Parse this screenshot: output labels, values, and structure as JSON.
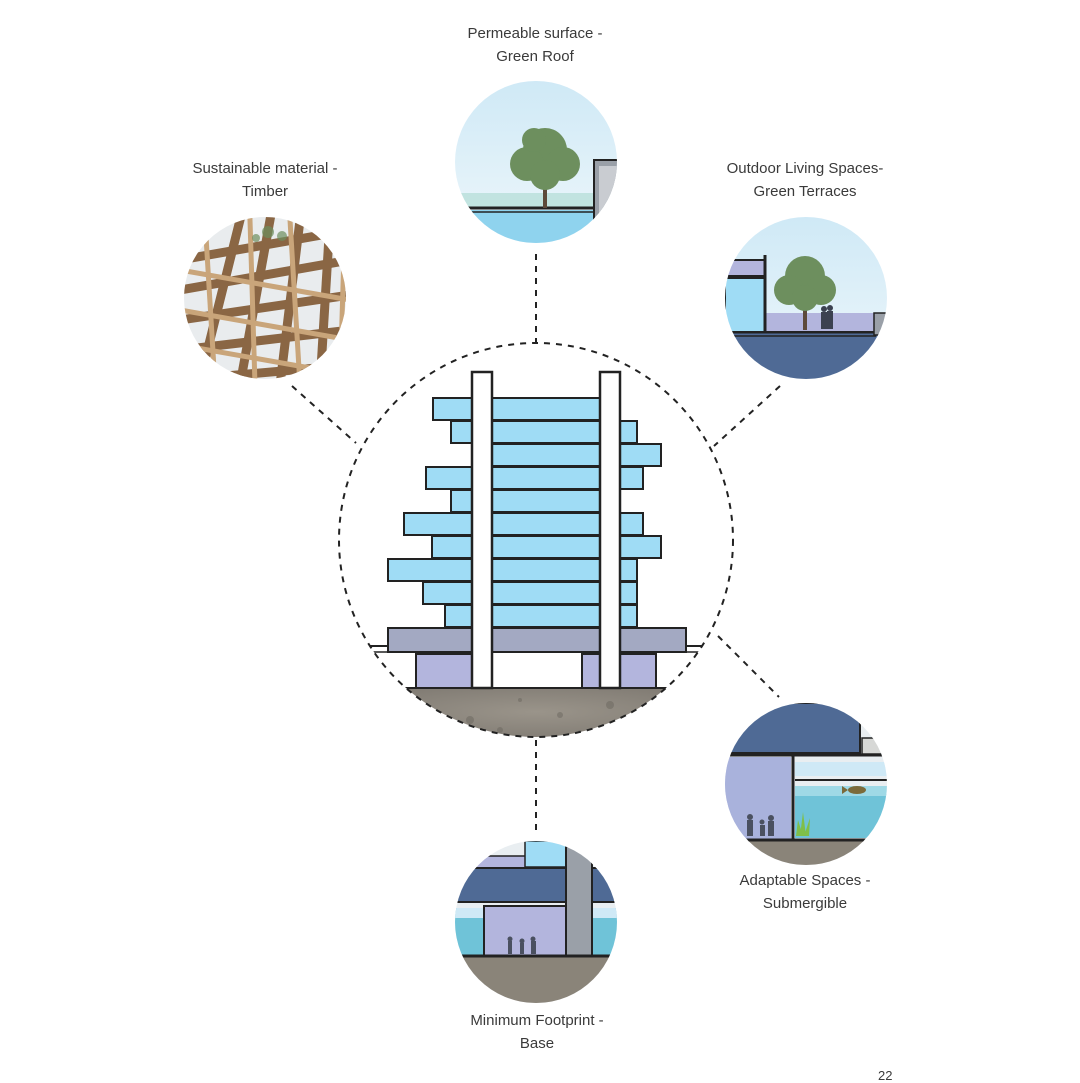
{
  "labels": {
    "green_roof": {
      "line1": "Permeable surface -",
      "line2": "Green Roof"
    },
    "timber": {
      "line1": "Sustainable material -",
      "line2": "Timber"
    },
    "terraces": {
      "line1": "Outdoor Living Spaces-",
      "line2": "Green Terraces"
    },
    "submergible": {
      "line1": "Adaptable Spaces -",
      "line2": "Submergible"
    },
    "base": {
      "line1": "Minimum Footprint -",
      "line2": "Base"
    }
  },
  "page_number": "22",
  "colors": {
    "glass": "#9fdcf5",
    "sky": "#d6edf7",
    "water": "#8fd3ee",
    "podium": "#a3a9c2",
    "base_violet": "#b3b5dd",
    "deep_blue": "#4f6a95",
    "outline": "#222222",
    "soil": "#8a8479",
    "tree": "#6d8f5e",
    "timber": "#a07a55"
  }
}
